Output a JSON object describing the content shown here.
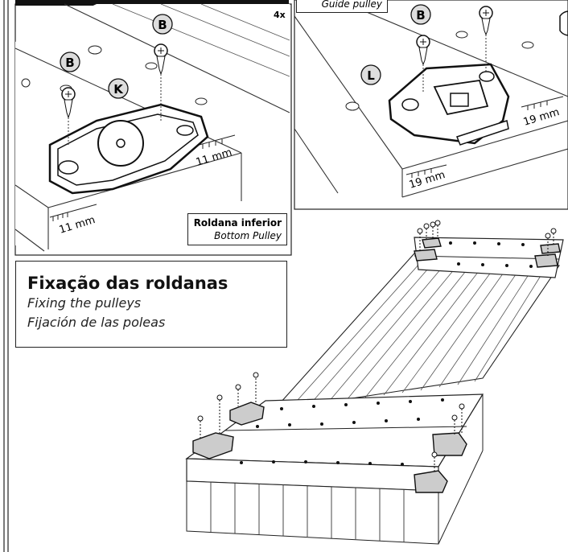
{
  "callout_left": {
    "count_badge": "4x",
    "label_pt": "Roldana inferior",
    "label_en": "Bottom Pulley",
    "part_screw": "B",
    "part_pulley": "K",
    "dim_a": "11 mm",
    "dim_b": "11 mm"
  },
  "callout_right": {
    "label_en": "Guide pulley",
    "part_screw": "B",
    "part_guide": "L",
    "dim_a": "19 mm",
    "dim_b": "19 mm"
  },
  "title": {
    "pt": "Fixação das roldanas",
    "en": "Fixing the pulleys",
    "es": "Fijación de las poleas"
  }
}
